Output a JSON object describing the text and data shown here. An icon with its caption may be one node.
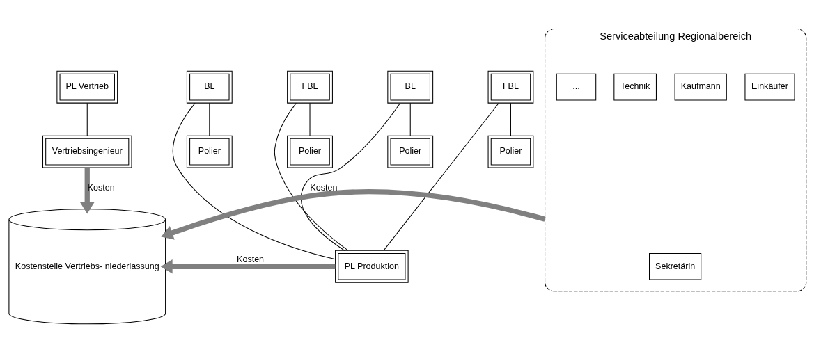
{
  "diagram": {
    "nodes": [
      {
        "text": [
          "PL Vertrieb"
        ]
      },
      {
        "text": [
          "Vertriebsingenieur"
        ]
      },
      {
        "text": [
          "Kostenstelle Vertriebs- niederlassung"
        ]
      },
      {
        "text": [
          "PL Produktion"
        ]
      },
      {
        "text": [
          "BL"
        ]
      },
      {
        "text": [
          "FBL"
        ]
      },
      {
        "text": [
          "BL"
        ]
      },
      {
        "text": [
          "FBL"
        ]
      },
      {
        "text": [
          "Polier"
        ]
      },
      {
        "text": [
          "Polier"
        ]
      },
      {
        "text": [
          "Polier"
        ]
      },
      {
        "text": [
          "Polier"
        ]
      },
      {
        "text": [
          "Serviceabteilung Regionalbereich"
        ]
      },
      {
        "text": [
          "Sekretärin"
        ],
        "in": 12
      },
      {
        "text": [
          "Einkäufer"
        ],
        "in": 12
      },
      {
        "text": [
          "Kaufmann"
        ],
        "in": 12
      },
      {
        "text": [
          "Technik"
        ],
        "in": 12
      },
      {
        "text": [
          "..."
        ],
        "in": 12
      }
    ],
    "edges": [
      {
        "from": 0,
        "to": 1,
        "arrow": "none"
      },
      {
        "from": 1,
        "to": 2,
        "arrow": "to",
        "label": "Kosten",
        "style": "thick",
        "color": "#808080"
      },
      {
        "from": 3,
        "to": 2,
        "arrow": "to",
        "label": "Kosten",
        "style": "thick",
        "color": "#808080"
      },
      {
        "from": 12,
        "to": 2,
        "arrow": "to",
        "label": "Kosten",
        "style": "thick",
        "color": "#808080"
      },
      {
        "from": 3,
        "to": 4,
        "arrow": "none"
      },
      {
        "from": 3,
        "to": 5,
        "arrow": "none"
      },
      {
        "from": 3,
        "to": 6,
        "arrow": "none"
      },
      {
        "from": 3,
        "to": 7,
        "arrow": "none"
      },
      {
        "from": 4,
        "to": 8,
        "arrow": "none"
      },
      {
        "from": 5,
        "to": 9,
        "arrow": "none"
      },
      {
        "from": 6,
        "to": 10,
        "arrow": "none"
      },
      {
        "from": 7,
        "to": 11,
        "arrow": "none"
      }
    ]
  }
}
